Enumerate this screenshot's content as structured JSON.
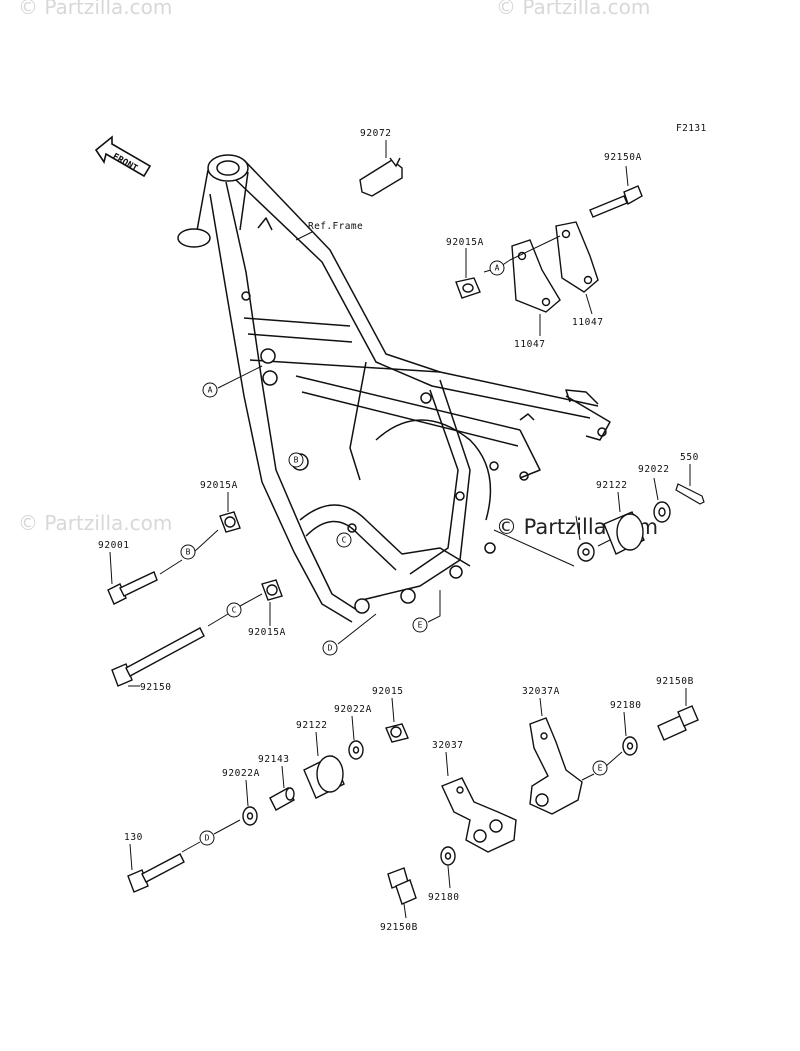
{
  "diagram_code": "F2131",
  "ref_frame_label": "Ref.Frame",
  "front_label": "FRONT",
  "watermarks": {
    "top_left": "© Partzilla.com",
    "top_right": "© Partzilla.com",
    "mid_left": "© Partzilla.com",
    "center": "© Partzilla.com"
  },
  "callout_letters": {
    "a": "A",
    "b": "B",
    "c": "C",
    "d": "D",
    "e": "E"
  },
  "part_numbers": {
    "p92072": "92072",
    "p92150A": "92150A",
    "p92015A_top": "92015A",
    "p11047_right": "11047",
    "p11047_left": "11047",
    "p550": "550",
    "p92022_right": "92022",
    "p92122_right": "92122",
    "p92015A_left": "92015A",
    "p92001": "92001",
    "p92015A_mid": "92015A",
    "p92150": "92150",
    "p92015": "92015",
    "p92022A_top": "92022A",
    "p92122_low": "92122",
    "p92143": "92143",
    "p92022A_low": "92022A",
    "p130": "130",
    "p32037A": "32037A",
    "p92150B_right": "92150B",
    "p92180_right": "92180",
    "p32037": "32037",
    "p92180_low": "92180",
    "p92150B_low": "92150B"
  }
}
